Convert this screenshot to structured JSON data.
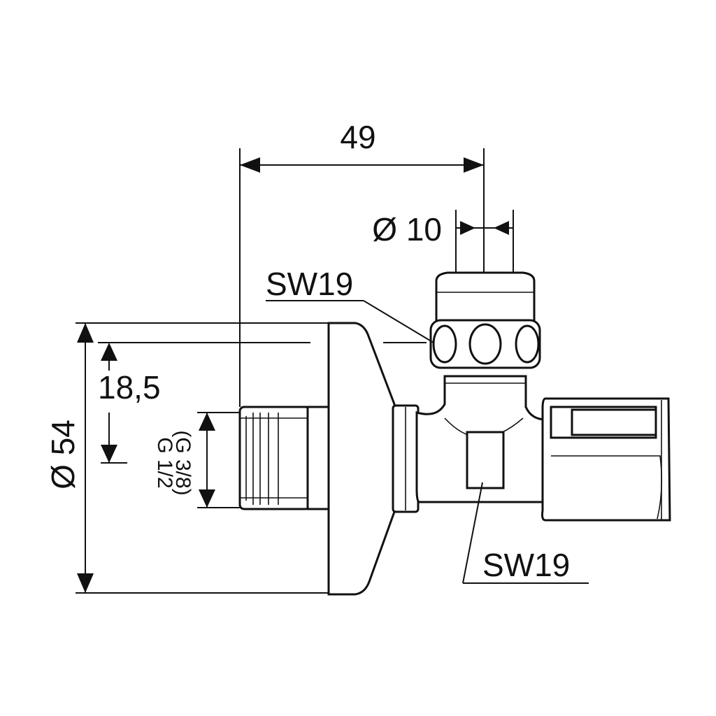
{
  "labels": {
    "width": "49",
    "stem_diameter": "Ø 10",
    "wrench_top": "SW19",
    "flange_diameter": "Ø 54",
    "flange_offset": "18,5",
    "thread_primary": "G 1/2",
    "thread_secondary": "(G 3/8)",
    "wrench_bottom": "SW19"
  }
}
